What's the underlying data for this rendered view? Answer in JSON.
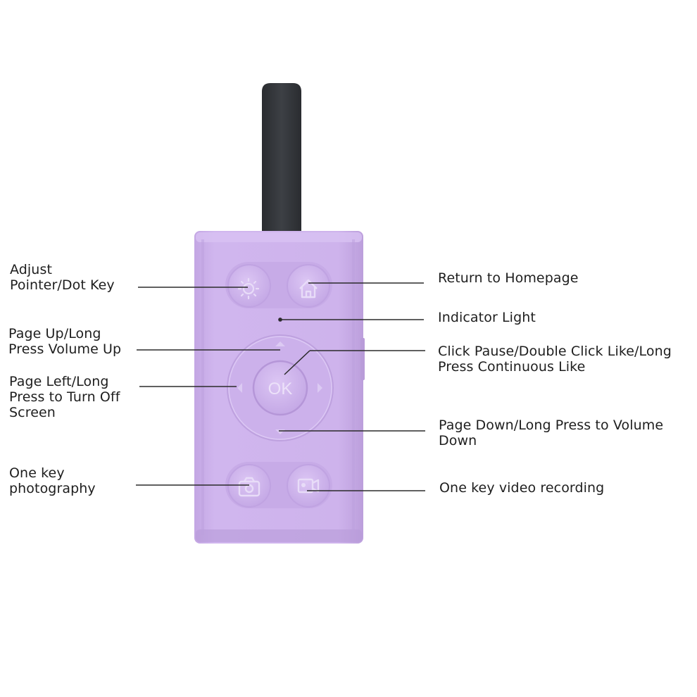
{
  "labels": {
    "adjust": [
      "Adjust",
      "Pointer/Dot Key"
    ],
    "page_up": [
      "Page Up/Long",
      "Press Volume Up"
    ],
    "page_left": [
      "Page Left/Long",
      "Press to Turn Off",
      "Screen"
    ],
    "photo": [
      "One key",
      "photography"
    ],
    "home": [
      "Return to Homepage"
    ],
    "light": [
      "Indicator Light"
    ],
    "click": [
      "Click Pause/Double Click Like/Long",
      "Press Continuous Like"
    ],
    "page_down": [
      "Page Down/Long Press to Volume",
      "Down"
    ],
    "video": [
      "One key video recording"
    ]
  },
  "device": {
    "ok_label": "OK",
    "body_color": "#cdb2ea",
    "strap_color": "#33363a"
  }
}
